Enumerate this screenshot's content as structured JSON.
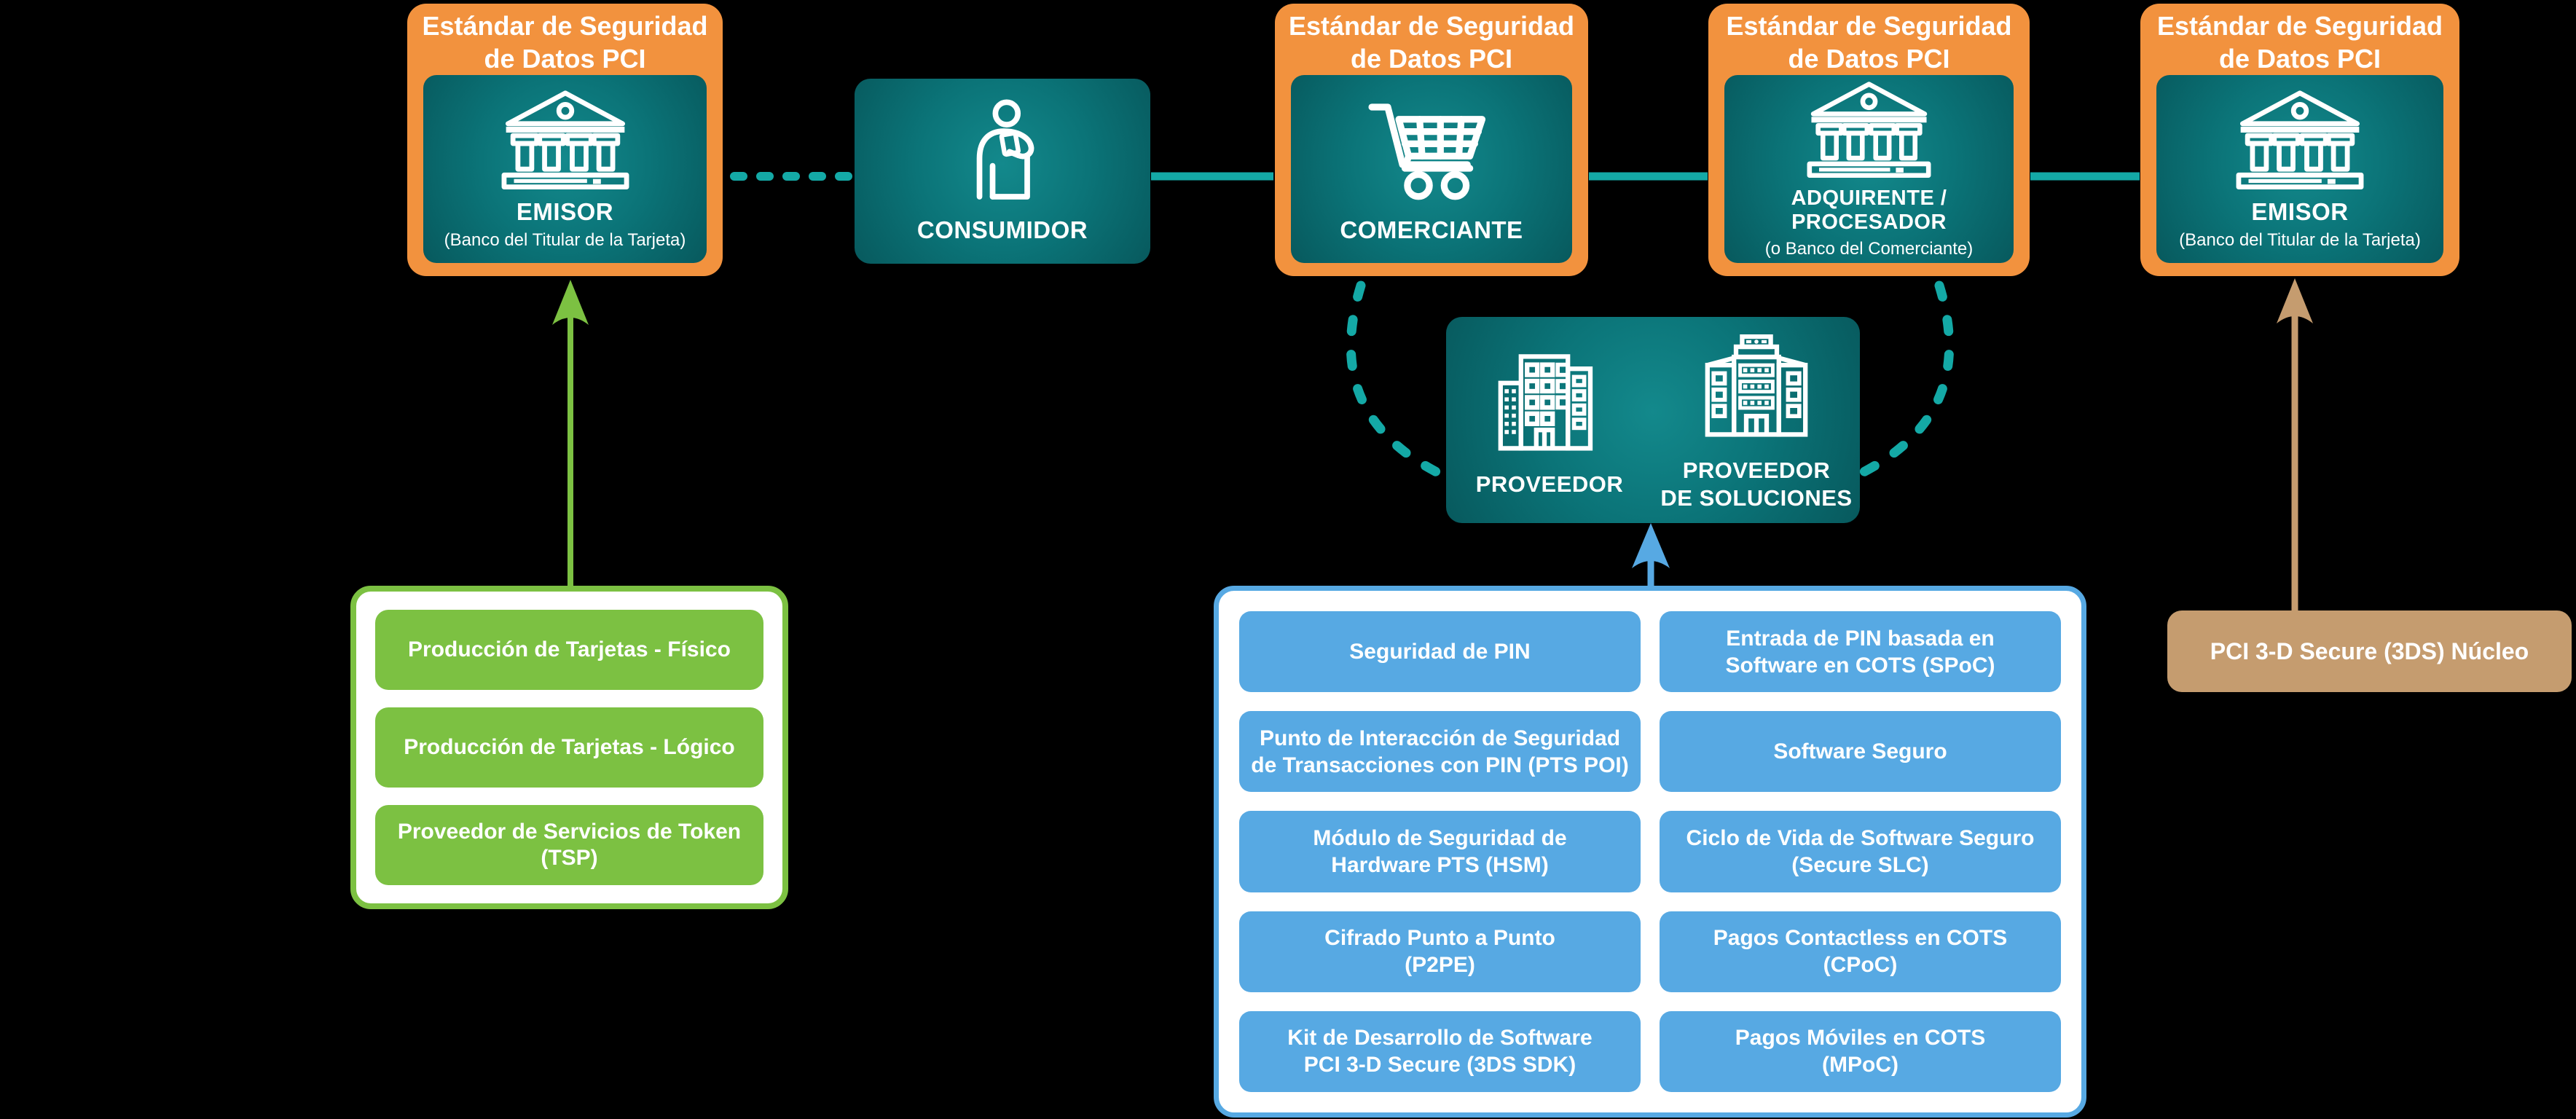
{
  "colors": {
    "background": "#000000",
    "orange": "#F2923E",
    "teal_dark": "#07595D",
    "teal_light": "#13898C",
    "teal_connector": "#14A9A6",
    "green": "#7CC142",
    "blue": "#57A9E3",
    "tan": "#C59C6F",
    "white": "#FFFFFF"
  },
  "nodes": {
    "emisor_left": {
      "standard_label": "Estándar de Seguridad\nde Datos PCI",
      "title": "EMISOR",
      "subtitle": "(Banco del Titular de la Tarjeta)",
      "icon": "bank-icon"
    },
    "consumidor": {
      "title": "CONSUMIDOR",
      "icon": "consumer-card-icon"
    },
    "comerciante": {
      "standard_label": "Estándar de Seguridad\nde Datos PCI",
      "title": "COMERCIANTE",
      "icon": "shopping-cart-icon"
    },
    "adquirente": {
      "standard_label": "Estándar de Seguridad\nde Datos PCI",
      "title": "ADQUIRENTE / PROCESADOR",
      "subtitle": "(o Banco del Comerciante)",
      "icon": "bank-icon"
    },
    "emisor_right": {
      "standard_label": "Estándar de Seguridad\nde Datos PCI",
      "title": "EMISOR",
      "subtitle": "(Banco del Titular de la Tarjeta)",
      "icon": "bank-icon"
    },
    "proveedor": {
      "left_label": "PROVEEDOR",
      "right_label": "PROVEEDOR\nDE SOLUCIONES",
      "left_icon": "office-building-icon",
      "right_icon": "solutions-building-icon"
    }
  },
  "green_panel": {
    "items": [
      "Producción de Tarjetas - Físico",
      "Producción de Tarjetas - Lógico",
      "Proveedor de Servicios de Token (TSP)"
    ]
  },
  "blue_panel": {
    "left_items": [
      "Seguridad de PIN",
      "Punto de Interacción de Seguridad\nde Transacciones con PIN (PTS POI)",
      "Módulo de Seguridad de\nHardware PTS (HSM)",
      "Cifrado Punto a Punto\n(P2PE)",
      "Kit de Desarrollo de Software\nPCI 3-D Secure (3DS SDK)"
    ],
    "right_items": [
      "Entrada de PIN basada en\nSoftware en COTS (SPoC)",
      "Software Seguro",
      "Ciclo de Vida de Software Seguro\n(Secure SLC)",
      "Pagos Contactless en COTS\n(CPoC)",
      "Pagos Móviles en COTS\n(MPoC)"
    ]
  },
  "tan_box": {
    "label": "PCI 3-D Secure (3DS) Núcleo"
  }
}
